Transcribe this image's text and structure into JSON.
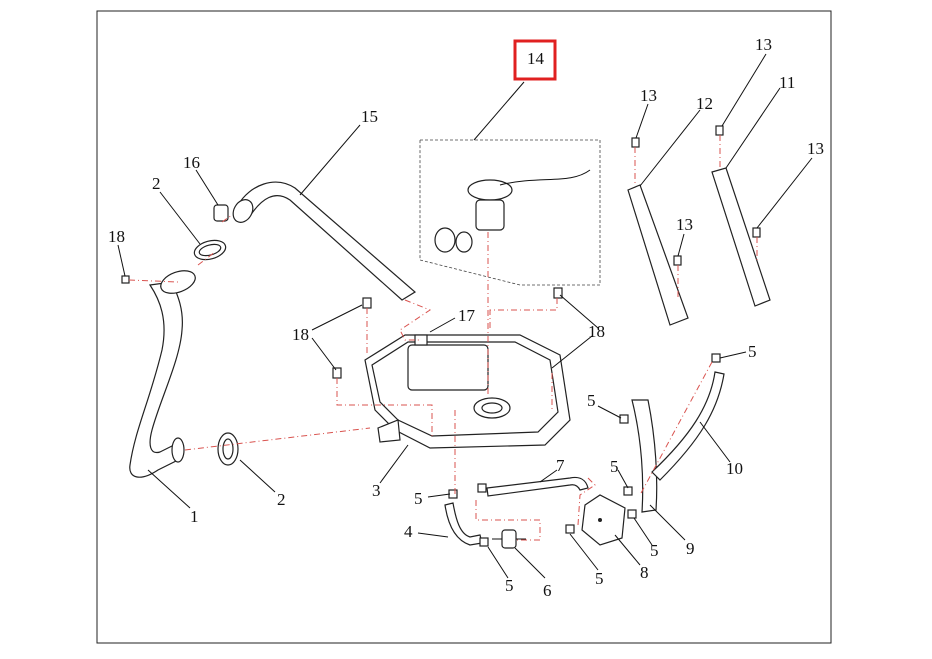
{
  "callouts": {
    "c1": "1",
    "c2a": "2",
    "c2b": "2",
    "c3": "3",
    "c4": "4",
    "c5a": "5",
    "c5b": "5",
    "c5c": "5",
    "c5d": "5",
    "c5e": "5",
    "c5f": "5",
    "c5g": "5",
    "c6": "6",
    "c7": "7",
    "c8": "8",
    "c9": "9",
    "c10": "10",
    "c11": "11",
    "c12": "12",
    "c13a": "13",
    "c13b": "13",
    "c13c": "13",
    "c13d": "13",
    "c14": "14",
    "c15": "15",
    "c16": "16",
    "c17": "17",
    "c18a": "18",
    "c18b": "18",
    "c18c": "18"
  },
  "colors": {
    "highlight": "#e02020",
    "phantom_line": "#d9534f",
    "line": "#222222"
  }
}
